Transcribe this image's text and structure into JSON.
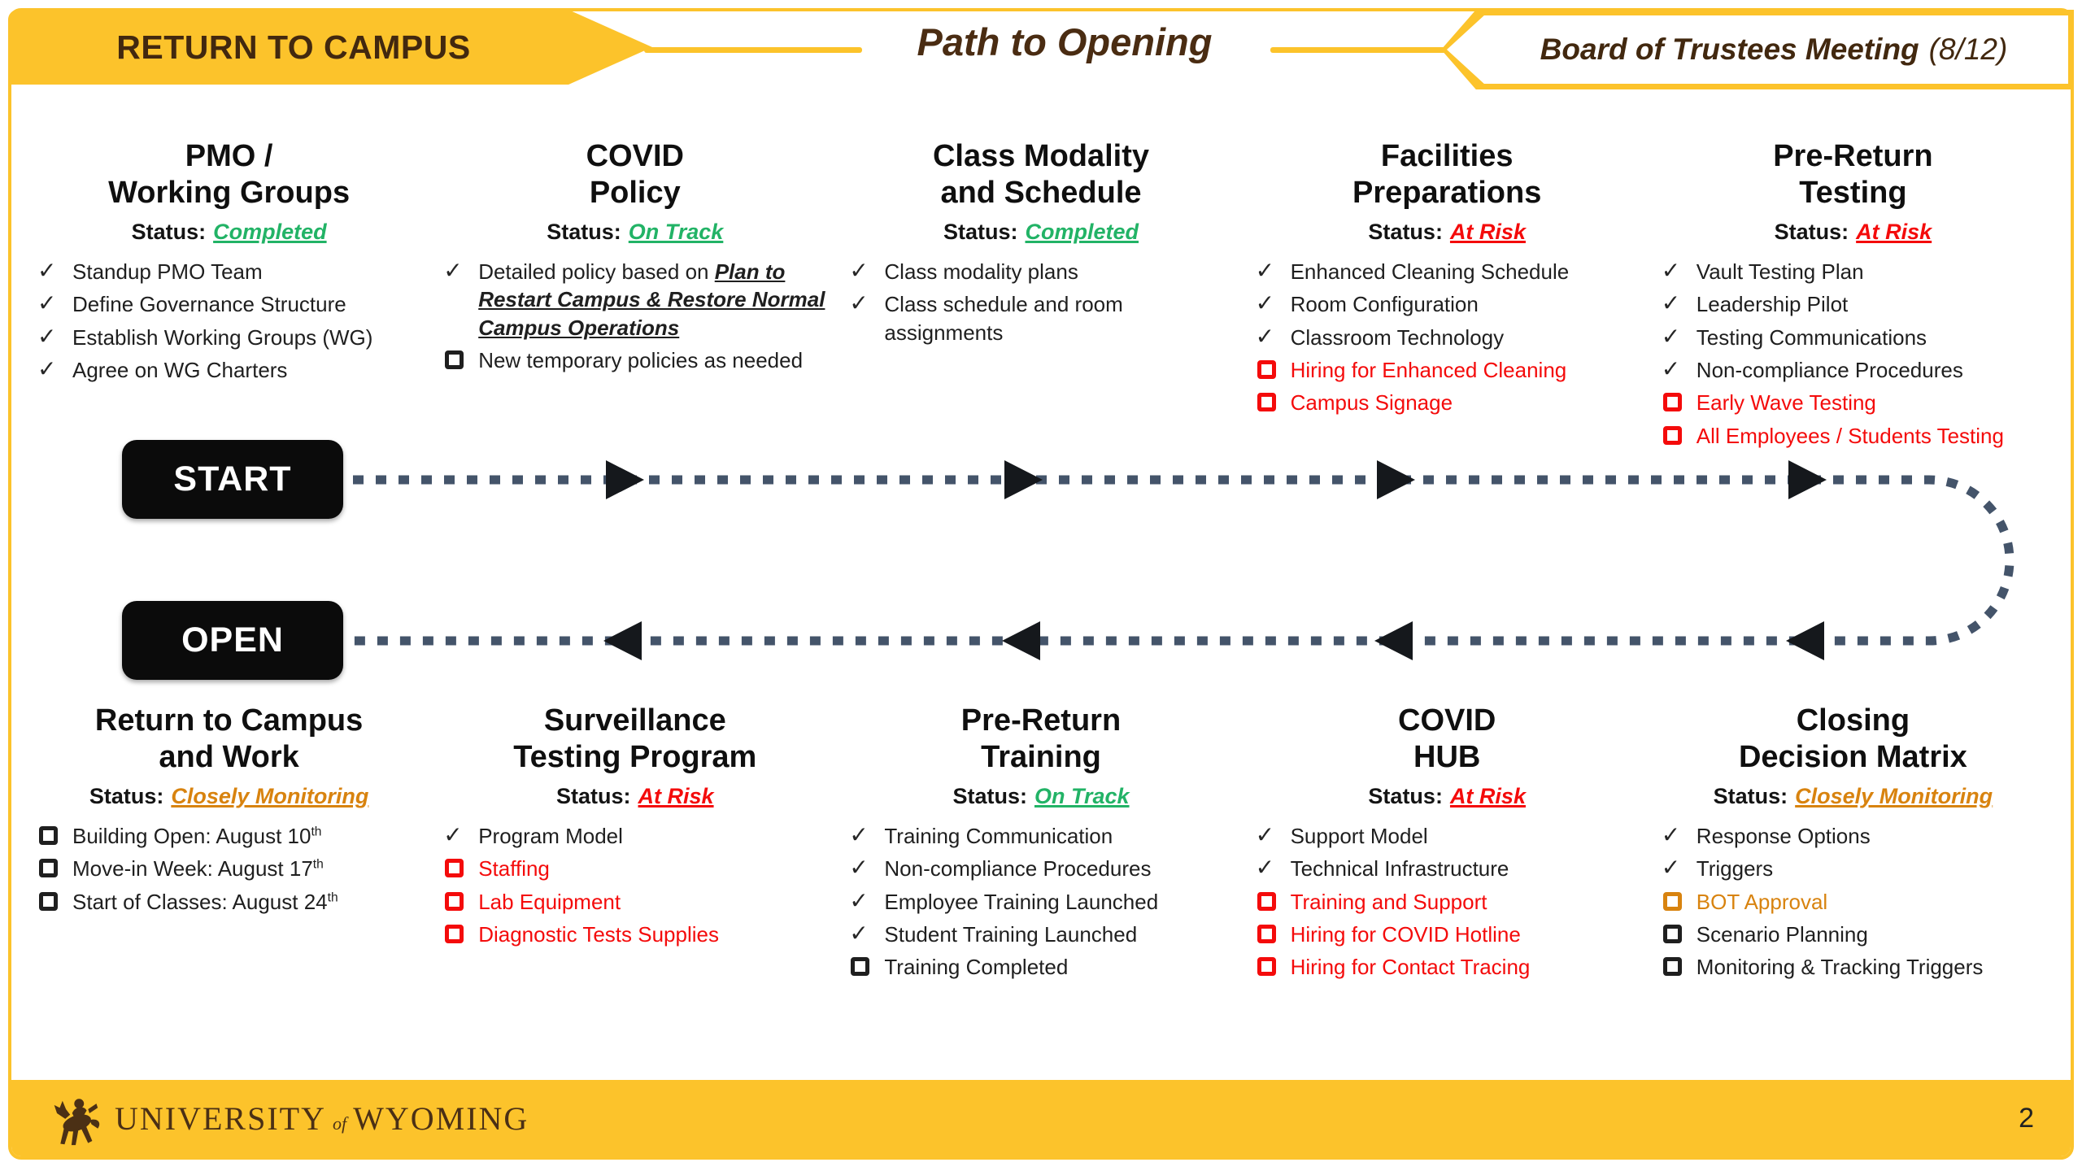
{
  "header": {
    "left_banner": "RETURN TO CAMPUS",
    "center_title": "Path to Opening",
    "right_banner_title": "Board of Trustees Meeting",
    "right_banner_suffix": "(8/12)"
  },
  "flow": {
    "start": "START",
    "open": "OPEN"
  },
  "labels": {
    "status": "Status:"
  },
  "colors": {
    "gold": "#FCC32B",
    "brown": "#42280f",
    "dot_line": "#44546A",
    "green": "#22b366",
    "red": "#f40b0b",
    "orange": "#d8830f",
    "black": "#1f1f1f"
  },
  "top_row": [
    {
      "title": [
        "PMO /",
        "Working Groups"
      ],
      "status": {
        "text": "Completed",
        "color": "green"
      },
      "items": [
        {
          "icon": "check",
          "color": "black",
          "text": "Standup PMO Team"
        },
        {
          "icon": "check",
          "color": "black",
          "text": "Define Governance Structure"
        },
        {
          "icon": "check",
          "color": "black",
          "text": "Establish Working Groups (WG)"
        },
        {
          "icon": "check",
          "color": "black",
          "text": "Agree on WG Charters"
        }
      ]
    },
    {
      "title": [
        "COVID",
        "Policy"
      ],
      "status": {
        "text": "On Track",
        "color": "green"
      },
      "items": [
        {
          "icon": "check",
          "color": "black",
          "parts": [
            {
              "t": "Detailed policy based on "
            },
            {
              "t": "Plan to Restart Campus & Restore Normal Campus Operations",
              "em": true
            }
          ]
        },
        {
          "icon": "box",
          "color": "black",
          "text": "New temporary policies as needed"
        }
      ]
    },
    {
      "title": [
        "Class Modality",
        "and Schedule"
      ],
      "status": {
        "text": "Completed",
        "color": "green"
      },
      "items": [
        {
          "icon": "check",
          "color": "black",
          "text": "Class modality plans"
        },
        {
          "icon": "check",
          "color": "black",
          "text": "Class schedule and room assignments"
        }
      ]
    },
    {
      "title": [
        "Facilities",
        "Preparations"
      ],
      "status": {
        "text": "At Risk",
        "color": "red"
      },
      "items": [
        {
          "icon": "check",
          "color": "black",
          "text": "Enhanced Cleaning Schedule"
        },
        {
          "icon": "check",
          "color": "black",
          "text": "Room Configuration"
        },
        {
          "icon": "check",
          "color": "black",
          "text": "Classroom Technology"
        },
        {
          "icon": "box",
          "color": "red",
          "text": "Hiring for Enhanced Cleaning"
        },
        {
          "icon": "box",
          "color": "red",
          "text": "Campus Signage"
        }
      ]
    },
    {
      "title": [
        "Pre-Return",
        "Testing"
      ],
      "status": {
        "text": "At Risk",
        "color": "red"
      },
      "items": [
        {
          "icon": "check",
          "color": "black",
          "text": "Vault Testing Plan"
        },
        {
          "icon": "check",
          "color": "black",
          "text": "Leadership Pilot"
        },
        {
          "icon": "check",
          "color": "black",
          "text": "Testing Communications"
        },
        {
          "icon": "check",
          "color": "black",
          "text": "Non-compliance Procedures"
        },
        {
          "icon": "box",
          "color": "red",
          "text": "Early Wave Testing"
        },
        {
          "icon": "box",
          "color": "red",
          "text": "All Employees / Students Testing"
        }
      ]
    }
  ],
  "bottom_row": [
    {
      "title": [
        "Return to Campus",
        "and Work"
      ],
      "status": {
        "text": "Closely Monitoring",
        "color": "orange"
      },
      "items": [
        {
          "icon": "box",
          "color": "black",
          "parts": [
            {
              "t": "Building Open: August 10"
            },
            {
              "t": "th",
              "sup": true
            }
          ]
        },
        {
          "icon": "box",
          "color": "black",
          "parts": [
            {
              "t": "Move-in Week: August 17"
            },
            {
              "t": "th",
              "sup": true
            }
          ]
        },
        {
          "icon": "box",
          "color": "black",
          "parts": [
            {
              "t": "Start of Classes: August 24"
            },
            {
              "t": "th",
              "sup": true
            }
          ]
        }
      ]
    },
    {
      "title": [
        "Surveillance",
        "Testing Program"
      ],
      "status": {
        "text": "At Risk",
        "color": "red"
      },
      "items": [
        {
          "icon": "check",
          "color": "black",
          "text": "Program Model"
        },
        {
          "icon": "box",
          "color": "red",
          "text": "Staffing"
        },
        {
          "icon": "box",
          "color": "red",
          "text": "Lab Equipment"
        },
        {
          "icon": "box",
          "color": "red",
          "text": "Diagnostic Tests Supplies"
        }
      ]
    },
    {
      "title": [
        "Pre-Return",
        "Training"
      ],
      "status": {
        "text": "On Track",
        "color": "green"
      },
      "items": [
        {
          "icon": "check",
          "color": "black",
          "text": "Training Communication"
        },
        {
          "icon": "check",
          "color": "black",
          "text": "Non-compliance Procedures"
        },
        {
          "icon": "check",
          "color": "black",
          "text": "Employee Training Launched"
        },
        {
          "icon": "check",
          "color": "black",
          "text": "Student Training Launched"
        },
        {
          "icon": "box",
          "color": "black",
          "text": "Training Completed"
        }
      ]
    },
    {
      "title": [
        "COVID",
        "HUB"
      ],
      "status": {
        "text": "At Risk",
        "color": "red"
      },
      "items": [
        {
          "icon": "check",
          "color": "black",
          "text": "Support Model"
        },
        {
          "icon": "check",
          "color": "black",
          "text": "Technical Infrastructure"
        },
        {
          "icon": "box",
          "color": "red",
          "text": "Training and Support"
        },
        {
          "icon": "box",
          "color": "red",
          "text": "Hiring for COVID Hotline"
        },
        {
          "icon": "box",
          "color": "red",
          "text": "Hiring for Contact Tracing"
        }
      ]
    },
    {
      "title": [
        "Closing",
        "Decision Matrix"
      ],
      "status": {
        "text": "Closely Monitoring",
        "color": "orange"
      },
      "items": [
        {
          "icon": "check",
          "color": "black",
          "text": "Response Options"
        },
        {
          "icon": "check",
          "color": "black",
          "text": "Triggers"
        },
        {
          "icon": "box",
          "color": "orange",
          "text": "BOT Approval"
        },
        {
          "icon": "box",
          "color": "black",
          "text": "Scenario Planning"
        },
        {
          "icon": "box",
          "color": "black",
          "text": "Monitoring & Tracking Triggers"
        }
      ]
    }
  ],
  "footer": {
    "logo_university": "UNIVERSITY",
    "logo_of": "of",
    "logo_wyoming": "WYOMING",
    "page": "2"
  }
}
